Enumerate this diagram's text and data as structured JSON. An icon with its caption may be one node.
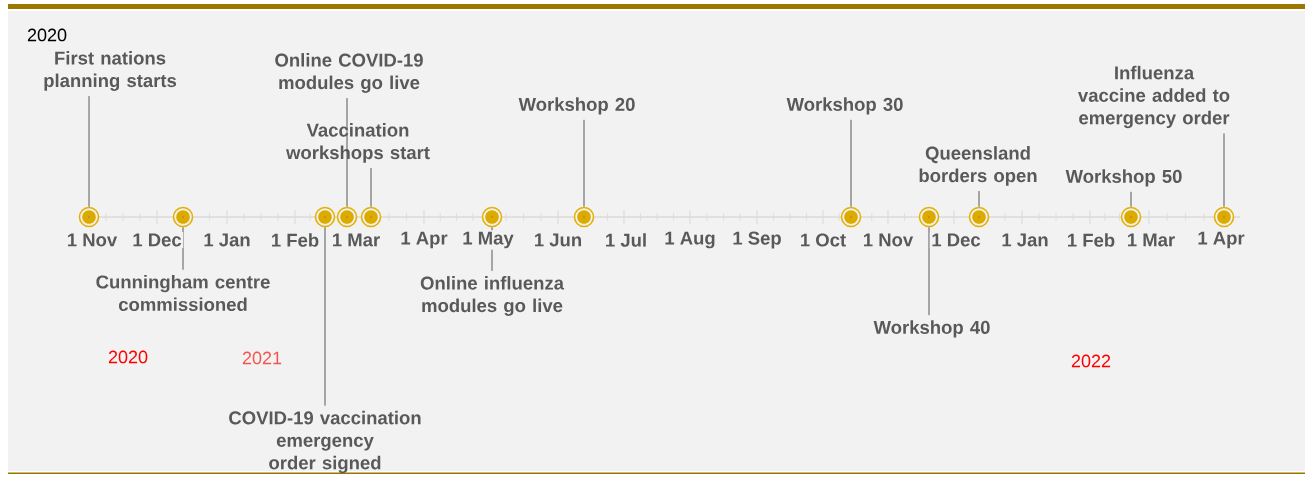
{
  "diagram": {
    "nodes": [
      {
        "text": [
          "First nations planning starts"
        ]
      },
      {
        "text": [
          "Cunningham centre commissioned"
        ]
      },
      {
        "text": [
          "COVID-19 vaccination emergency order signed"
        ]
      },
      {
        "text": [
          "Online COVID-19 modules go live"
        ]
      },
      {
        "text": [
          "Vaccination workshops start"
        ]
      },
      {
        "text": [
          "Online influenza modules go live"
        ]
      },
      {
        "text": [
          "Workshop 20"
        ]
      },
      {
        "text": [
          "Workshop 30"
        ]
      },
      {
        "text": [
          "Workshop 40"
        ]
      },
      {
        "text": [
          "Queensland borders open"
        ]
      },
      {
        "text": [
          "Workshop 50"
        ]
      },
      {
        "text": [
          "Influenza vaccine added to emergency order"
        ]
      },
      {
        "text": [],
        "shape": "circle"
      },
      {
        "text": [],
        "shape": "circle"
      },
      {
        "text": [],
        "shape": "circle"
      },
      {
        "text": [],
        "shape": "circle"
      },
      {
        "text": [],
        "shape": "circle"
      },
      {
        "text": [],
        "shape": "circle"
      },
      {
        "text": [],
        "shape": "circle"
      },
      {
        "text": [],
        "shape": "circle"
      },
      {
        "text": [],
        "shape": "circle"
      },
      {
        "text": [],
        "shape": "circle"
      },
      {
        "text": [],
        "shape": "circle"
      },
      {
        "text": [],
        "shape": "circle"
      }
    ],
    "edges": [
      {
        "from": 0,
        "to": 12,
        "arrow": "none"
      },
      {
        "from": 1,
        "to": 13,
        "arrow": "none"
      },
      {
        "from": 2,
        "to": 14,
        "arrow": "none"
      },
      {
        "from": 3,
        "to": 15,
        "arrow": "none"
      },
      {
        "from": 4,
        "to": 16,
        "arrow": "none"
      },
      {
        "from": 5,
        "to": 17,
        "arrow": "none"
      },
      {
        "from": 6,
        "to": 18,
        "arrow": "none"
      },
      {
        "from": 7,
        "to": 19,
        "arrow": "none"
      },
      {
        "from": 8,
        "to": 20,
        "arrow": "none"
      },
      {
        "from": 9,
        "to": 21,
        "arrow": "none"
      },
      {
        "from": 10,
        "to": 22,
        "arrow": "none"
      },
      {
        "from": 11,
        "to": 23,
        "arrow": "none"
      }
    ],
    "labels": [
      "2020",
      "1 Nov",
      "1 Dec",
      "1 Jan",
      "1 Feb",
      "1 Mar",
      "1 Apr",
      "1 May",
      "1 Jun",
      "1 Jul",
      "1 Aug",
      "1 Sep",
      "1 Oct",
      "1 Nov",
      "1 Dec",
      "1 Jan",
      "1 Feb",
      "1 Mar",
      "1 Apr",
      "2020",
      "2021",
      "2022"
    ]
  }
}
